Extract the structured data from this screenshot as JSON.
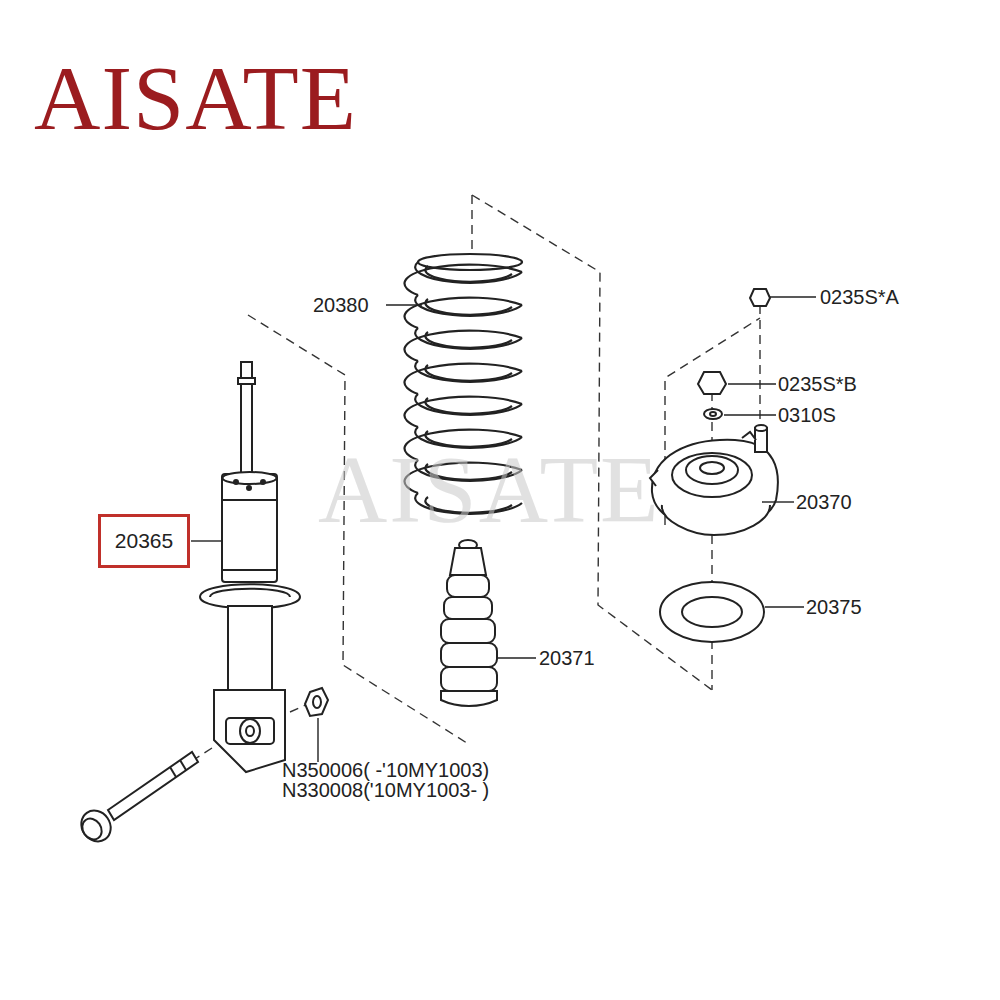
{
  "diagram": {
    "nodes": [
      {
        "text": [
          "20365"
        ]
      }
    ],
    "labels": [
      "AISATE",
      "AISATE",
      "20380",
      "0235S*A",
      "0235S*B",
      "0310S",
      "20370",
      "20375",
      "20371",
      "N350006( -'10MY1003)",
      "N330008('10MY1003- )"
    ]
  }
}
